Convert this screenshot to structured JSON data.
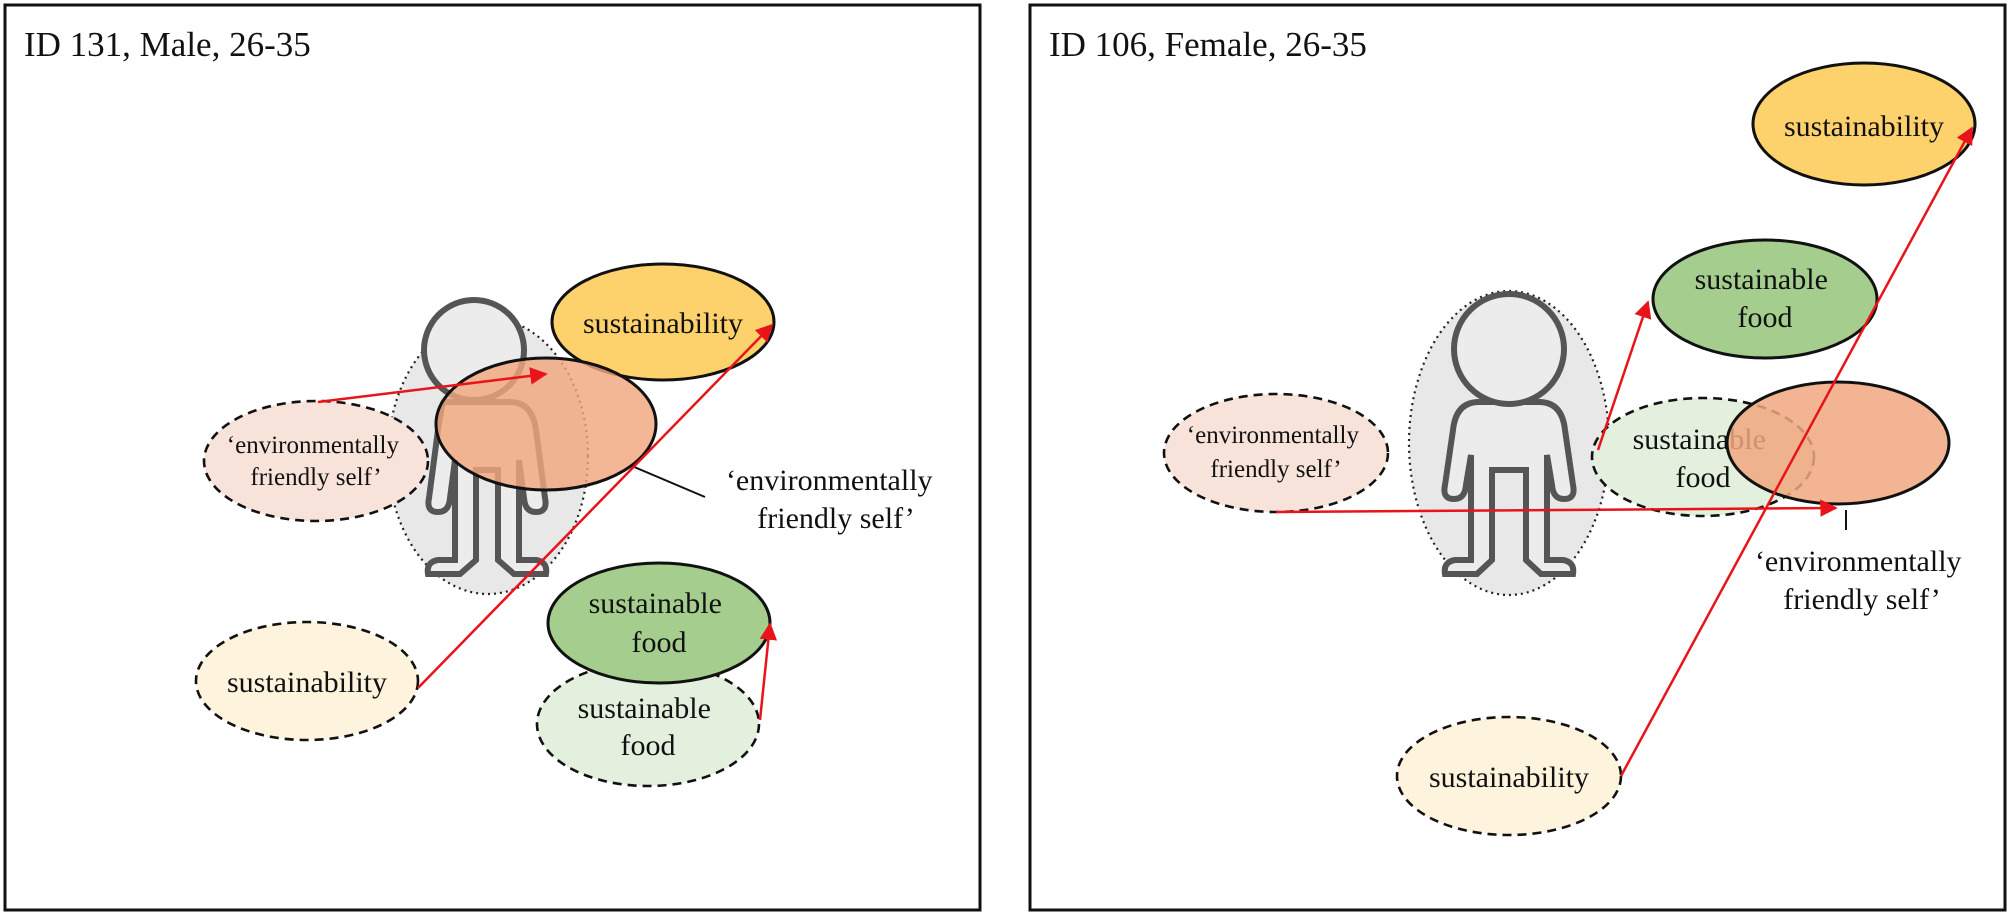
{
  "colors": {
    "sustainability_fill": "#fdd26c",
    "sustainability_faded_fill": "#fef3dc",
    "food_fill": "#a4cd8e",
    "food_faded_fill": "#e3f0dd",
    "self_fill": "#f0a77f",
    "self_faded_fill": "#f8e3db",
    "figure_bg": "#e8e8e8",
    "arrow": "#e8141a"
  },
  "panels": [
    {
      "title": "ID 131, Male, 26-35",
      "previous": {
        "self": "‘environmentally friendly self’",
        "sustainability": "sustainability",
        "food": "sustainable food"
      },
      "current": {
        "sustainability": "sustainability",
        "food": "sustainable food",
        "self": "‘environmentally friendly self’"
      }
    },
    {
      "title": "ID 106, Female, 26-35",
      "previous": {
        "self": "‘environmentally friendly self’",
        "sustainability": "sustainability",
        "food": "sustainable food"
      },
      "current": {
        "sustainability": "sustainability",
        "food": "sustainable food",
        "self": "‘environmentally friendly self’"
      }
    }
  ]
}
